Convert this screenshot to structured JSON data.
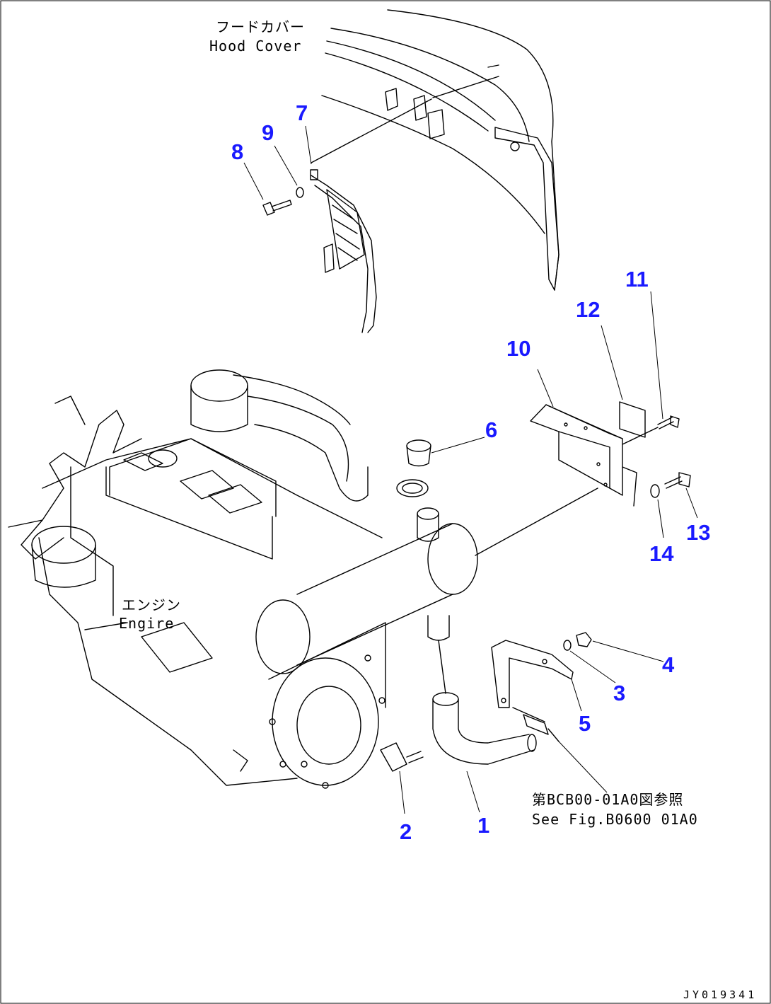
{
  "labels": {
    "hood_cover_jp": "フードカバー",
    "hood_cover_en": "Hood Cover",
    "engine_jp": "エンジン",
    "engine_en": "Engire",
    "ref_jp": "第BCB00-01A0図参照",
    "ref_en": "See Fig.B0600 01A0",
    "drawing_code": "JY019341"
  },
  "callouts": {
    "p1": "1",
    "p2": "2",
    "p3": "3",
    "p4": "4",
    "p5": "5",
    "p6": "6",
    "p7": "7",
    "p8": "8",
    "p9": "9",
    "p10": "10",
    "p11": "11",
    "p12": "12",
    "p13": "13",
    "p14": "14"
  },
  "colors": {
    "callout": "#1a1aff",
    "line": "#000000",
    "background": "#ffffff"
  }
}
